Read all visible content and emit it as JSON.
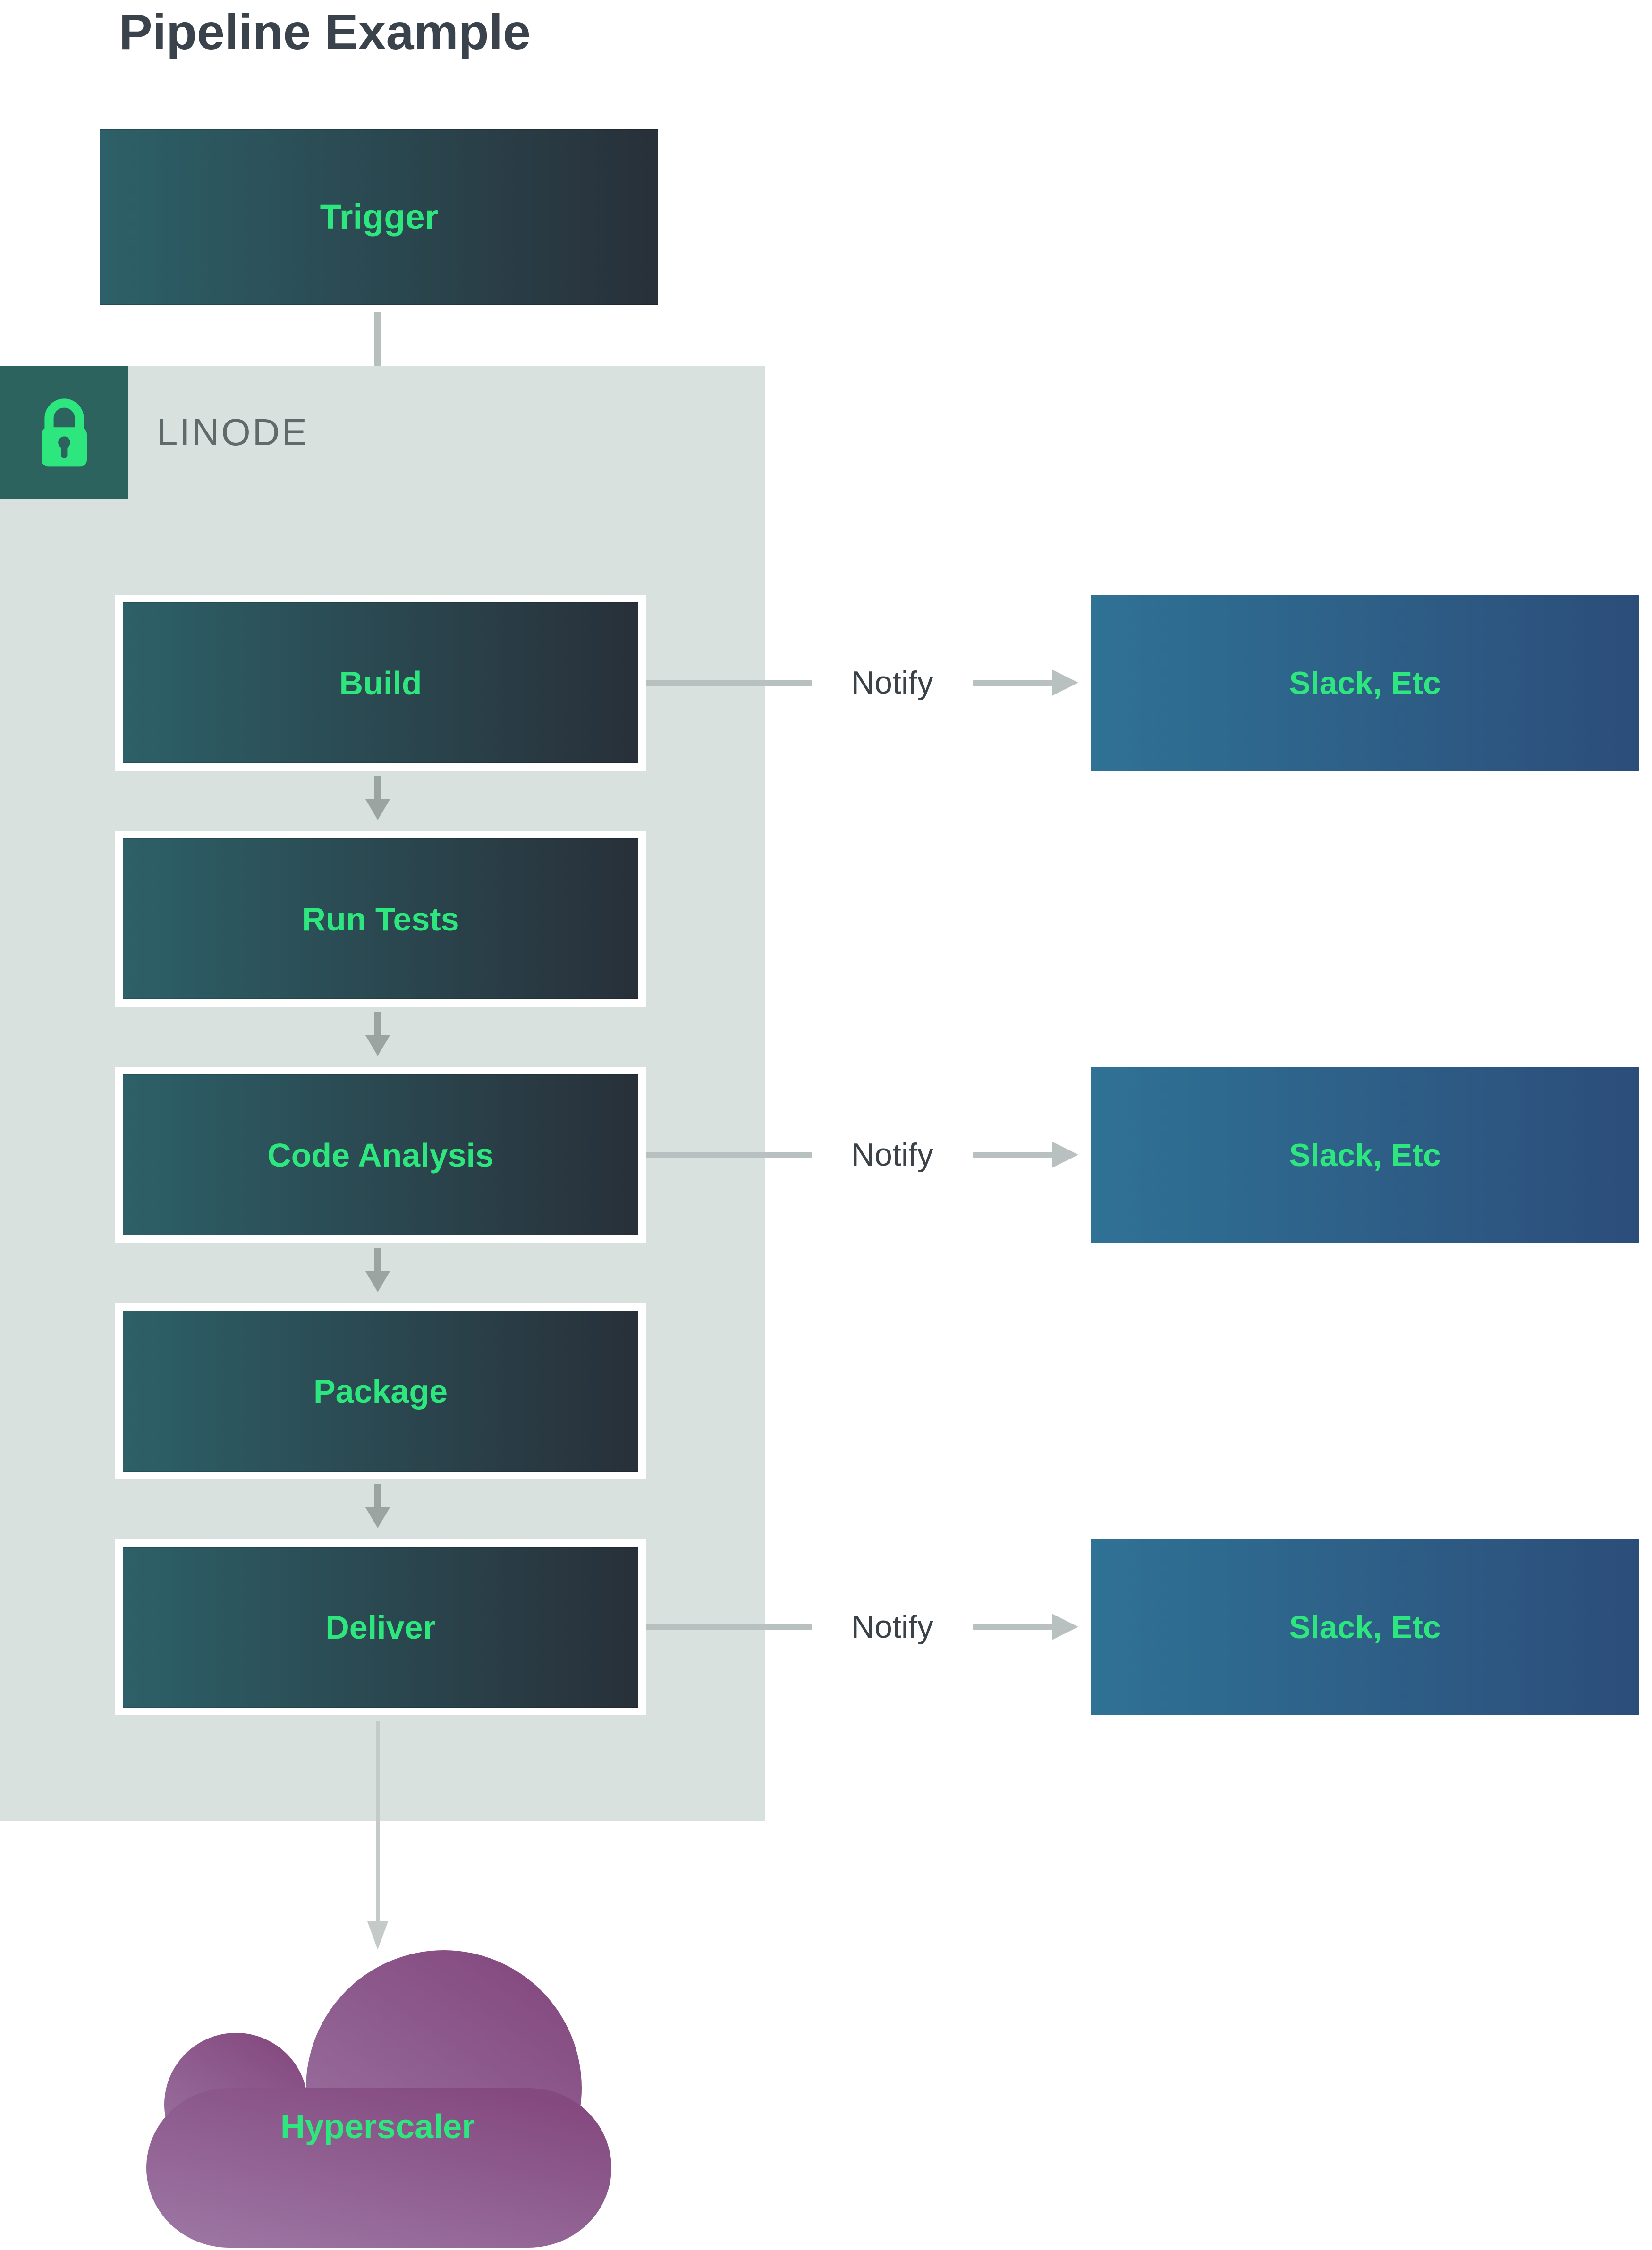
{
  "title": "Pipeline Example",
  "pipeline": {
    "trigger_label": "Trigger",
    "platform_label": "LINODE",
    "stages": [
      {
        "label": "Build",
        "notify": true
      },
      {
        "label": "Run Tests",
        "notify": false
      },
      {
        "label": "Code Analysis",
        "notify": true
      },
      {
        "label": "Package",
        "notify": false
      },
      {
        "label": "Deliver",
        "notify": true
      }
    ],
    "notify_label": "Notify",
    "notify_target": "Slack, Etc",
    "destination_label": "Hyperscaler"
  },
  "icons": {
    "lock": "lock-icon"
  },
  "colors": {
    "accent_green": "#2DE67D",
    "stage_gradient_start": "#2D6068",
    "stage_gradient_end": "#283039",
    "notify_gradient_start": "#2F7295",
    "notify_gradient_end": "#2C4D7A",
    "cloud_gradient_start": "#84497F",
    "cloud_gradient_end": "#9C76A3",
    "panel_background": "#D9E1DF",
    "lock_badge_background": "#2C635F",
    "arrow_gray": "#B7BFBD",
    "title_text": "#3A424C",
    "platform_text": "#5F6A6B"
  }
}
